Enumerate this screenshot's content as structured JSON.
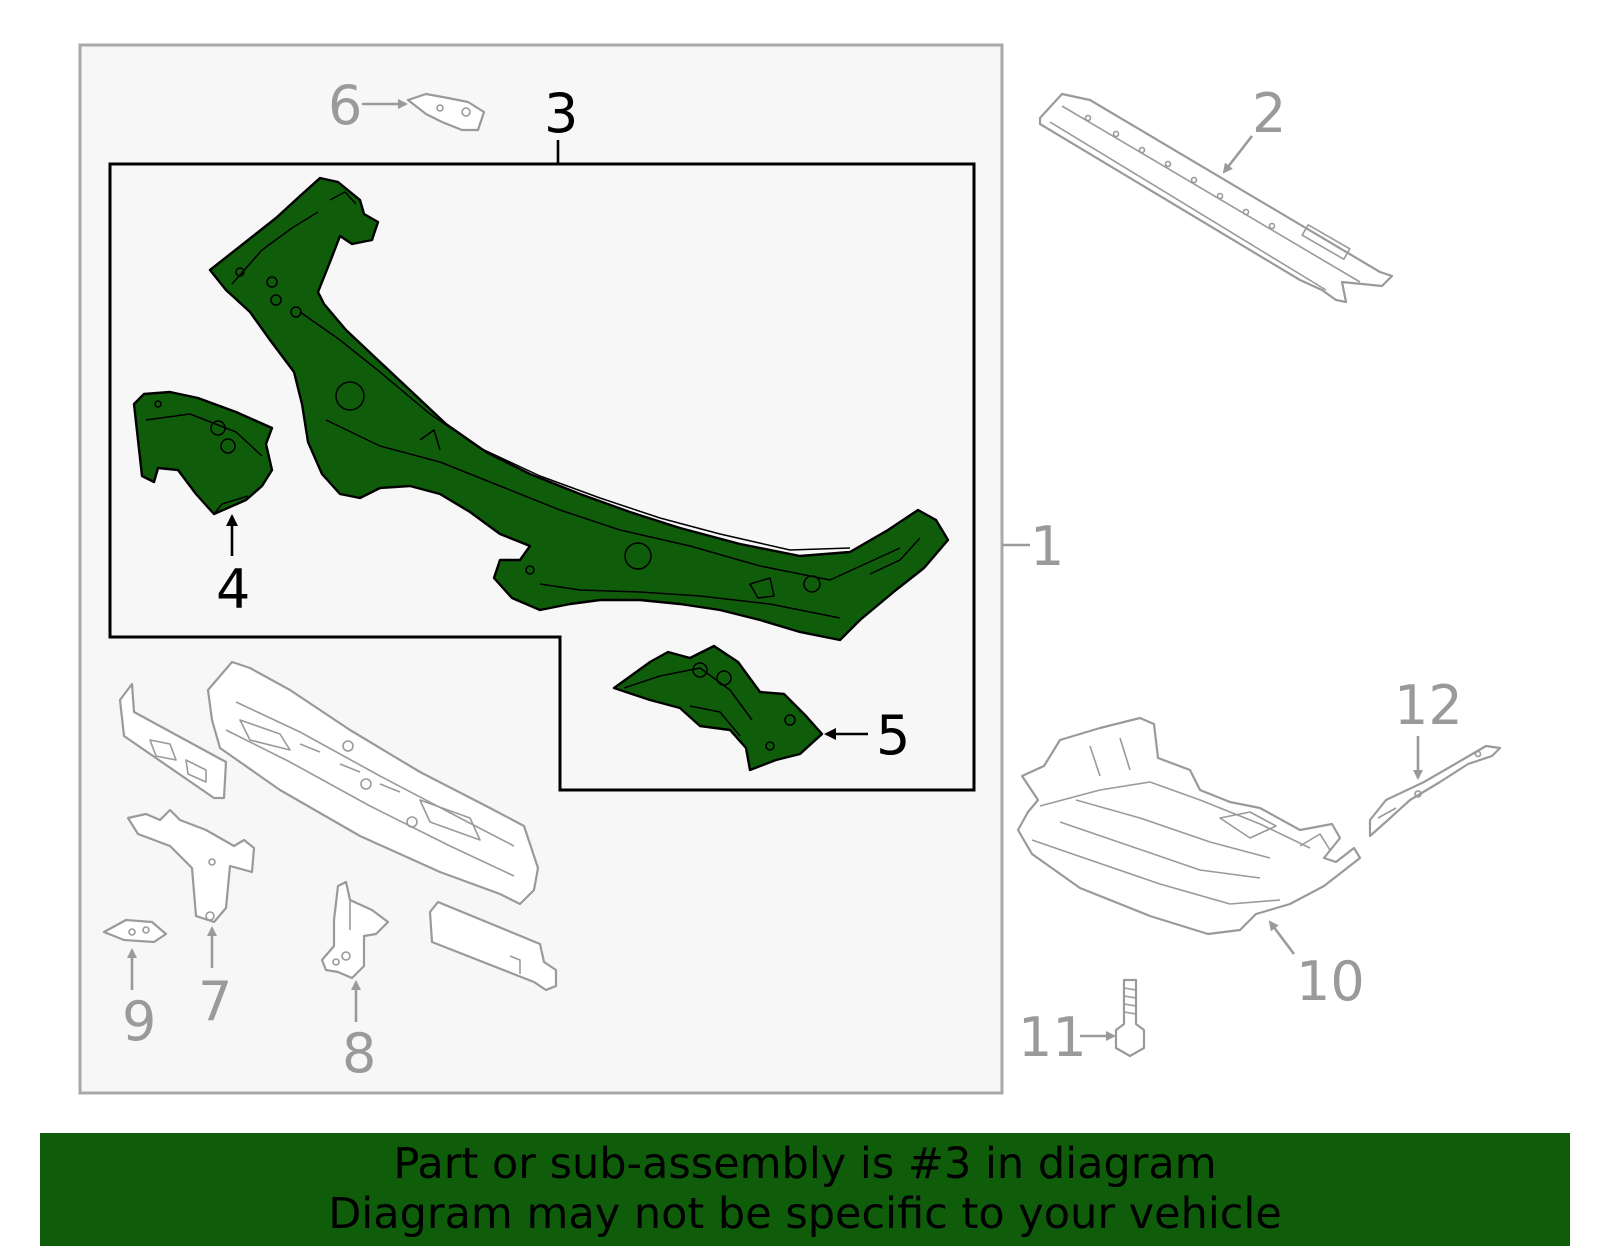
{
  "callouts": {
    "c1": "1",
    "c2": "2",
    "c3": "3",
    "c4": "4",
    "c5": "5",
    "c6": "6",
    "c7": "7",
    "c8": "8",
    "c9": "9",
    "c10": "10",
    "c11": "11",
    "c12": "12"
  },
  "highlighted_part": "3",
  "colors": {
    "highlight": "#0f5d0a",
    "part_outline": "#9a9a9a",
    "panel_background": "#f7f7f7",
    "panel_border": "#a8a8a8"
  },
  "banner": {
    "line1": "Part or sub-assembly is #3 in diagram",
    "line2": "Diagram may not be specific to your vehicle"
  }
}
